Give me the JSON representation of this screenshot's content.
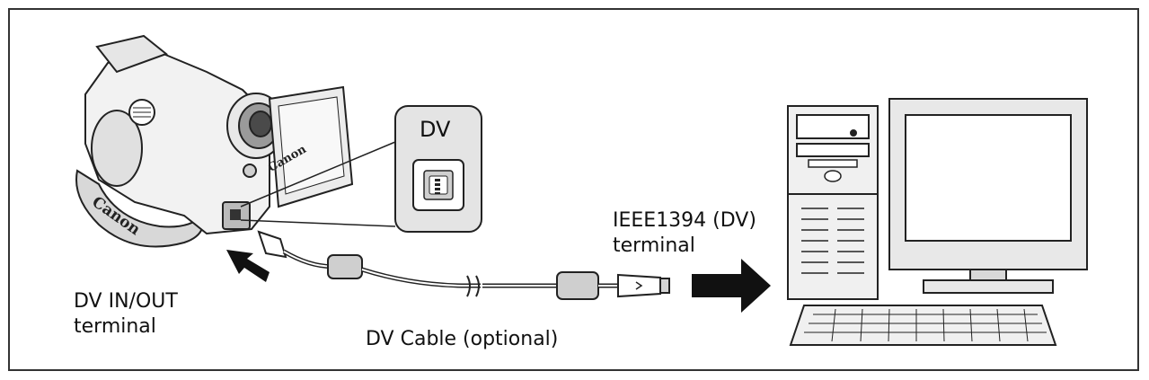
{
  "labels": {
    "dv_port": "DV",
    "ieee_line1": "IEEE1394 (DV)",
    "ieee_line2": "terminal",
    "dvio_line1": "DV IN/OUT",
    "dvio_line2": "terminal",
    "cable": "DV Cable (optional)"
  },
  "branding": {
    "strap_logo": "Canon",
    "screen_logo": "Canon"
  }
}
